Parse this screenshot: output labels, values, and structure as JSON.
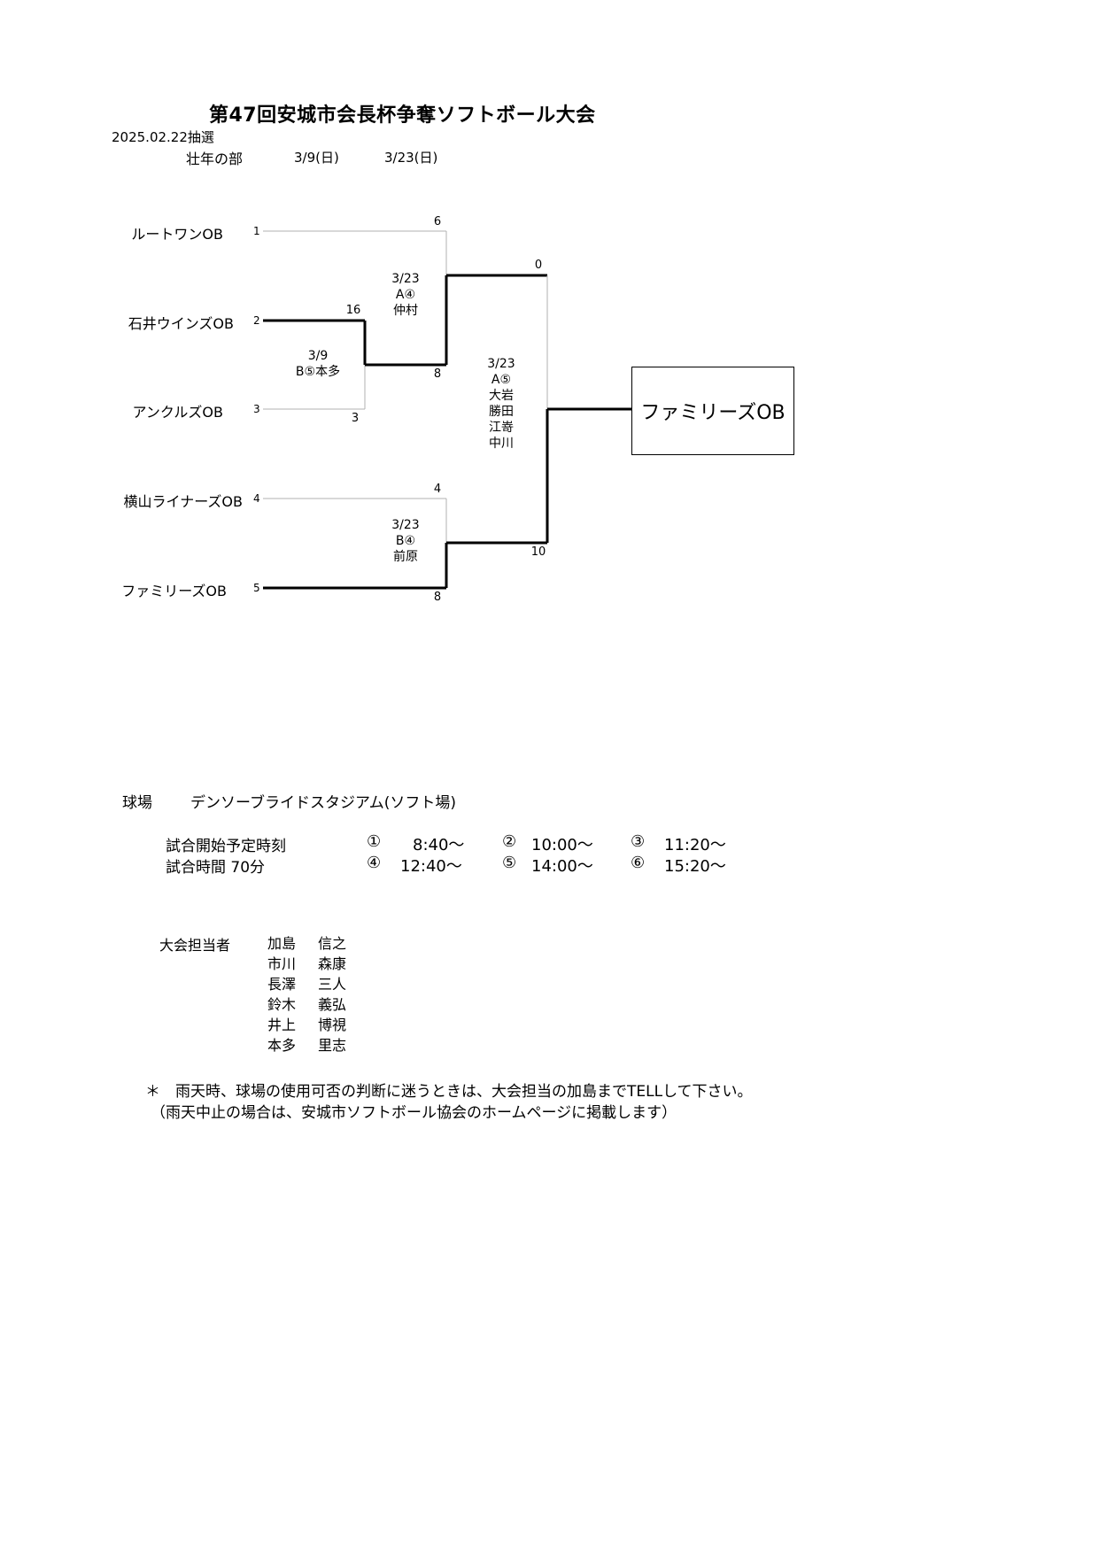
{
  "header": {
    "title": "第47回安城市会長杯争奪ソフトボール大会",
    "draw_date": "2025.02.22抽選",
    "division": "壮年の部",
    "date_round1": "3/9(日)",
    "date_round2": "3/23(日)"
  },
  "bracket": {
    "teams": [
      {
        "seed": "1",
        "name": "ルートワンOB"
      },
      {
        "seed": "2",
        "name": "石井ウインズOB"
      },
      {
        "seed": "3",
        "name": "アンクルズOB"
      },
      {
        "seed": "4",
        "name": "横山ライナーズOB"
      },
      {
        "seed": "5",
        "name": "ファミリーズOB"
      }
    ],
    "scores": {
      "r1_team2": "16",
      "r1_team3": "3",
      "sf1_team1": "6",
      "sf1_winner": "8",
      "sf2_team4": "4",
      "sf2_team5": "8",
      "final_top": "0",
      "final_bottom": "10"
    },
    "games": {
      "r1": {
        "date": "3/9",
        "field_umpire": "B⑤本多"
      },
      "sf1": {
        "date": "3/23",
        "field": "A④",
        "umpire": "仲村"
      },
      "sf2": {
        "date": "3/23",
        "field": "B④",
        "umpire": "前原"
      },
      "final": {
        "date": "3/23",
        "field": "A⑤",
        "umpires": [
          "大岩",
          "勝田",
          "江嵜",
          "中川"
        ]
      }
    },
    "champion": "ファミリーズOB"
  },
  "venue": {
    "label": "球場",
    "name": "デンソーブライドスタジアム(ソフト場)"
  },
  "schedule": {
    "start_label": "試合開始予定時刻",
    "duration_label": "試合時間 70分",
    "slots": [
      {
        "mark": "①",
        "time": "8:40〜"
      },
      {
        "mark": "②",
        "time": "10:00〜"
      },
      {
        "mark": "③",
        "time": "11:20〜"
      },
      {
        "mark": "④",
        "time": "12:40〜"
      },
      {
        "mark": "⑤",
        "time": "14:00〜"
      },
      {
        "mark": "⑥",
        "time": "15:20〜"
      }
    ]
  },
  "staff": {
    "label": "大会担当者",
    "members": [
      {
        "last": "加島",
        "first": "信之"
      },
      {
        "last": "市川",
        "first": "森康"
      },
      {
        "last": "長澤",
        "first": "三人"
      },
      {
        "last": "鈴木",
        "first": "義弘"
      },
      {
        "last": "井上",
        "first": "博視"
      },
      {
        "last": "本多",
        "first": "里志"
      }
    ]
  },
  "notes": [
    "＊　雨天時、球場の使用可否の判断に迷うときは、大会担当の加島までTELLして下さい。",
    "（雨天中止の場合は、安城市ソフトボール協会のホームページに掲載します）"
  ]
}
